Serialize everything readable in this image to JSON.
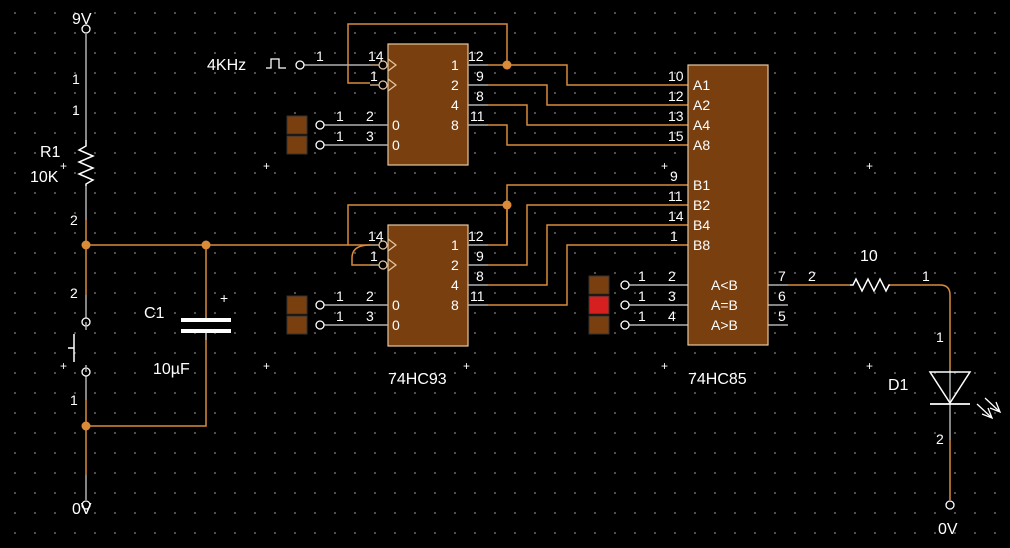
{
  "colors": {
    "wire": "#d98b3a",
    "chip": "#7a3f0e",
    "chip_border": "#e6c8a0",
    "lead": "#b0b0b0",
    "led_on": "#d62020",
    "led_off": "#7a3f0e",
    "text": "#ffffff"
  },
  "supply": {
    "top": "9V",
    "bottom_left": "0V",
    "bottom_right": "0V"
  },
  "r1": {
    "name": "R1",
    "value": "10K",
    "pin_a": "1",
    "pin_b": "2"
  },
  "c1": {
    "name": "C1",
    "value": "10µF",
    "plus": "+"
  },
  "switch": {
    "pin_a": "2",
    "pin_b": "1"
  },
  "clock": {
    "label": "4KHz",
    "pin": "1"
  },
  "chip1": {
    "clk_a": "14",
    "clk_b": "1",
    "out": [
      "1",
      "2",
      "4",
      "8"
    ],
    "out_pins": [
      "12",
      "9",
      "8",
      "11"
    ],
    "reset": [
      "0",
      "0"
    ],
    "reset_pins": [
      "2",
      "3"
    ],
    "in_pins": [
      "1",
      "1"
    ]
  },
  "chip2": {
    "name": "74HC93",
    "clk_a": "14",
    "clk_b": "1",
    "out": [
      "1",
      "2",
      "4",
      "8"
    ],
    "out_pins": [
      "12",
      "9",
      "8",
      "11"
    ],
    "reset": [
      "0",
      "0"
    ],
    "reset_pins": [
      "2",
      "3"
    ],
    "in_pins": [
      "1",
      "1"
    ]
  },
  "cmp": {
    "name": "74HC85",
    "a_labels": [
      "A1",
      "A2",
      "A4",
      "A8"
    ],
    "a_pins": [
      "10",
      "12",
      "13",
      "15"
    ],
    "b_labels": [
      "B1",
      "B2",
      "B4",
      "B8"
    ],
    "b_pins": [
      "9",
      "11",
      "14",
      "1"
    ],
    "in_labels": [
      "A<B",
      "A=B",
      "A>B"
    ],
    "in_pins": [
      "2",
      "3",
      "4"
    ],
    "in_src": [
      "1",
      "1",
      "1"
    ],
    "out_pins": [
      "7",
      "6",
      "5"
    ]
  },
  "resistor": {
    "value": "10",
    "pin_a": "2",
    "pin_b": "1"
  },
  "d1": {
    "name": "D1",
    "pin_a": "1",
    "pin_b": "2"
  }
}
